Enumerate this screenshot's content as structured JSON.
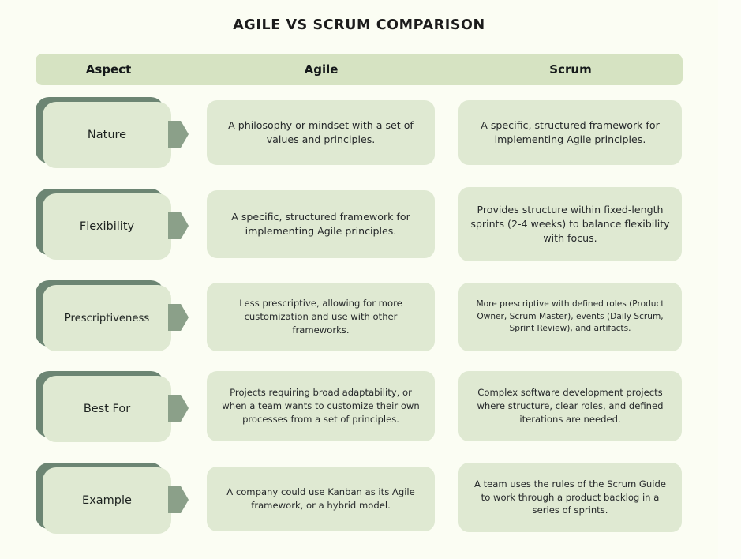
{
  "title": "AGILE VS SCRUM COMPARISON",
  "colors": {
    "background": "#fbfdf3",
    "header_bar": "#d6e3c2",
    "card": "#dfe9d2",
    "pill_shadow": "#6c8573",
    "arrow": "#8ba089",
    "text": "#26292b",
    "title_text": "#1c1c1c"
  },
  "header": {
    "aspect": "Aspect",
    "agile": "Agile",
    "scrum": "Scrum"
  },
  "rows": [
    {
      "aspect": "Nature",
      "agile": "A philosophy or mindset with a set of values and principles.",
      "scrum": "A specific, structured framework for implementing Agile principles."
    },
    {
      "aspect": "Flexibility",
      "agile": "A specific, structured framework for implementing Agile principles.",
      "scrum": "Provides structure within fixed-length sprints (2-4 weeks) to balance flexibility with focus."
    },
    {
      "aspect": "Prescriptiveness",
      "agile": "Less prescriptive, allowing for more customization and use with other frameworks.",
      "scrum": "More prescriptive with defined roles (Product Owner, Scrum Master), events (Daily Scrum, Sprint Review), and artifacts."
    },
    {
      "aspect": "Best For",
      "agile": "Projects requiring broad adaptability, or when a team wants to customize their own processes from a set of principles.",
      "scrum": "Complex software development projects where structure, clear roles, and defined iterations are needed."
    },
    {
      "aspect": "Example",
      "agile": "A company could use Kanban as its Agile framework, or a hybrid model.",
      "scrum": "A team uses the rules of the Scrum Guide to work through a product backlog in a series of sprints."
    }
  ]
}
